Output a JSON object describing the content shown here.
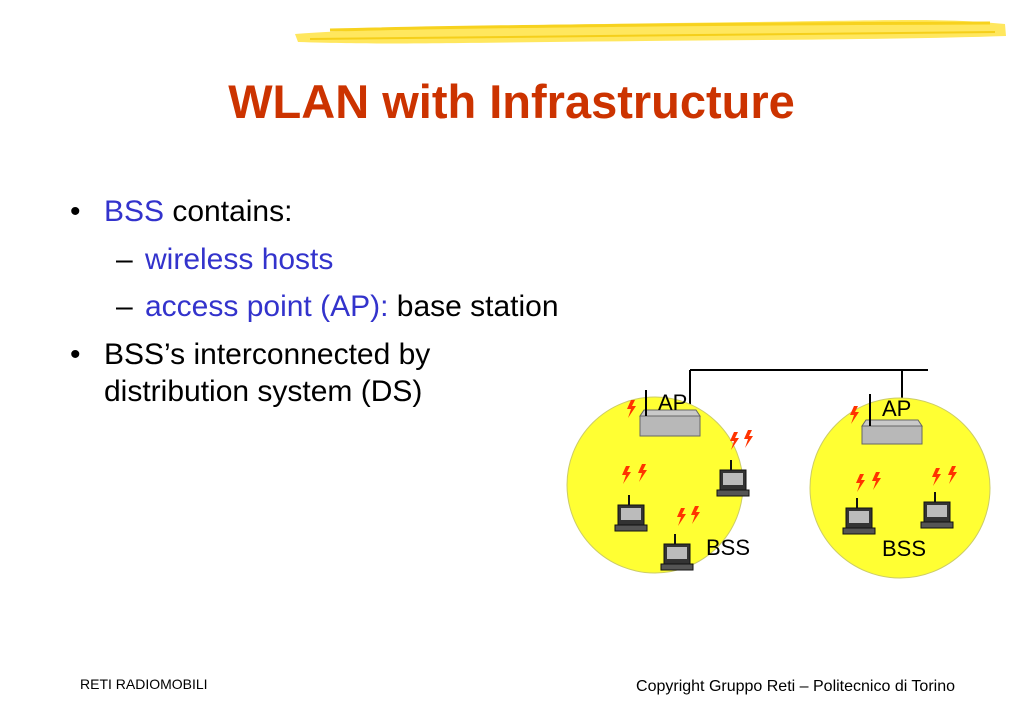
{
  "title": "WLAN with Infrastructure",
  "bullets": {
    "b1": {
      "prefix": "BSS",
      "text": " contains:"
    },
    "b1a": {
      "text": "wireless hosts"
    },
    "b1b": {
      "prefix": "access point (AP):",
      "text": " base station"
    },
    "b2": {
      "text": "BSS’s interconnected by distribution system (DS)"
    }
  },
  "diagram": {
    "bss1": {
      "ap_label": "AP",
      "bss_label": "BSS"
    },
    "bss2": {
      "ap_label": "AP",
      "bss_label": "BSS"
    }
  },
  "footer": {
    "left": "RETI RADIOMOBILI",
    "right": "Copyright Gruppo Reti – Politecnico di Torino"
  },
  "colors": {
    "title": "#cc3300",
    "accent_text": "#3333cc",
    "bss_fill": "#ffff33",
    "highlighter": "#ffe44d"
  },
  "icons": [
    "lightning-icon",
    "laptop-icon",
    "access-point-icon"
  ]
}
